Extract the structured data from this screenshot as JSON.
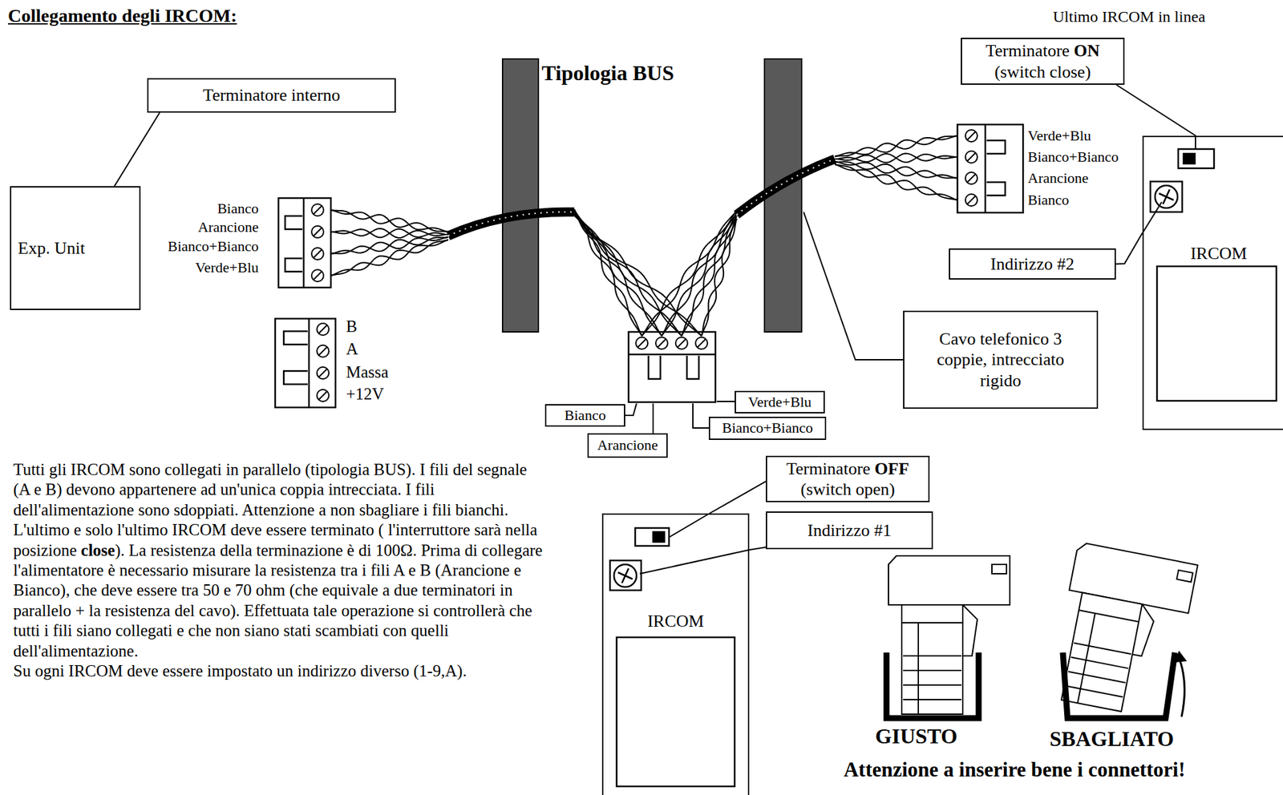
{
  "diagram": {
    "title": "Collegamento degli IRCOM:",
    "nodes": [
      {
        "text": [
          "Terminatore",
          "ON",
          "(switch close)"
        ]
      },
      {
        "text": [
          "Terminatore interno"
        ]
      },
      {
        "text": [
          "Exp. Unit"
        ]
      },
      {
        "text": [
          "IRCOM"
        ]
      },
      {
        "text": [
          "Indirizzo #2"
        ]
      },
      {
        "text": [
          "Cavo telefonico 3 coppie, intrecciato rigido"
        ]
      },
      {
        "text": [
          "Verde+Blu"
        ]
      },
      {
        "text": [
          "Bianco"
        ]
      },
      {
        "text": [
          "Bianco+Bianco"
        ]
      },
      {
        "text": [
          "Arancione"
        ]
      },
      {
        "text": [
          "Terminatore",
          "OFF",
          "(switch open)"
        ]
      },
      {
        "text": [
          "Indirizzo #1"
        ]
      },
      {
        "text": [
          "IRCOM"
        ]
      }
    ],
    "edges": [
      {
        "from": 1,
        "to": 2,
        "arrow": "none"
      },
      {
        "from": 0,
        "to": 3,
        "arrow": "none"
      },
      {
        "from": 4,
        "to": 3,
        "arrow": "none"
      },
      {
        "from": 10,
        "to": 12,
        "arrow": "none"
      },
      {
        "from": 11,
        "to": 12,
        "arrow": "none"
      }
    ],
    "labels": [
      "Ultimo IRCOM in linea",
      "Tipologia BUS",
      "Bianco",
      "Arancione",
      "Bianco+Bianco",
      "Verde+Blu",
      "B",
      "A",
      "Massa",
      "+12V",
      "Verde+Blu",
      "Bianco+Bianco",
      "Arancione",
      "Bianco",
      "Tutti gli IRCOM sono collegati in parallelo (tipologia BUS). I fili del segnale (A e B) devono appartenere ad un'unica coppia intrecciata. I fili dell'alimentazione sono sdoppiati. Attenzione a non sbagliare i fili bianchi.",
      "L'ultimo e solo l'ultimo IRCOM deve essere terminato ( l'interruttore sarà nella posizione",
      "close",
      "). La resistenza della terminazione è di 100Ω. Prima di collegare l'alimentatore  è necessario misurare la resistenza tra i fili A e B (Arancione e Bianco), che deve essere tra 50 e 70 ohm (che equivale a due terminatori in parallelo + la resistenza del cavo). Effettuata tale operazione si controllerà che tutti i fili siano collegati e che non siano stati scambiati con quelli dell'alimentazione.",
      "Su ogni IRCOM deve essere impostato un indirizzo diverso (1-9,A).",
      "GIUSTO",
      "SBAGLIATO",
      "Attenzione a inserire bene i connettori!"
    ]
  }
}
